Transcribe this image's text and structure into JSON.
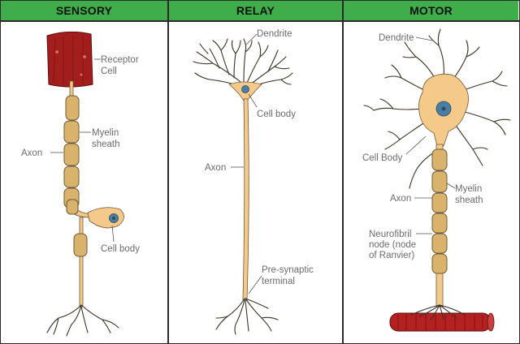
{
  "panels": {
    "sensory": {
      "title": "SENSORY",
      "labels": {
        "receptor": "Receptor\nCell",
        "myelin": "Myelin\nsheath",
        "axon": "Axon",
        "cell_body": "Cell body"
      }
    },
    "relay": {
      "title": "RELAY",
      "labels": {
        "dendrite": "Dendrite",
        "cell_body": "Cell body",
        "axon": "Axon",
        "terminal": "Pre-synaptic\nterminal"
      }
    },
    "motor": {
      "title": "MOTOR",
      "labels": {
        "dendrite": "Dendrite",
        "cell_body": "Cell Body",
        "myelin": "Myelin\nsheath",
        "axon": "Axon",
        "node": "Neurofibril\nnode (node\nof Ranvier)"
      }
    }
  },
  "colors": {
    "header": "#3fae4a",
    "cytoplasm": "#f4c98a",
    "myelin": "#d9b36c",
    "receptor": "#a31d1d",
    "nucleus": "#4a7fa3",
    "muscle": "#b52020"
  }
}
